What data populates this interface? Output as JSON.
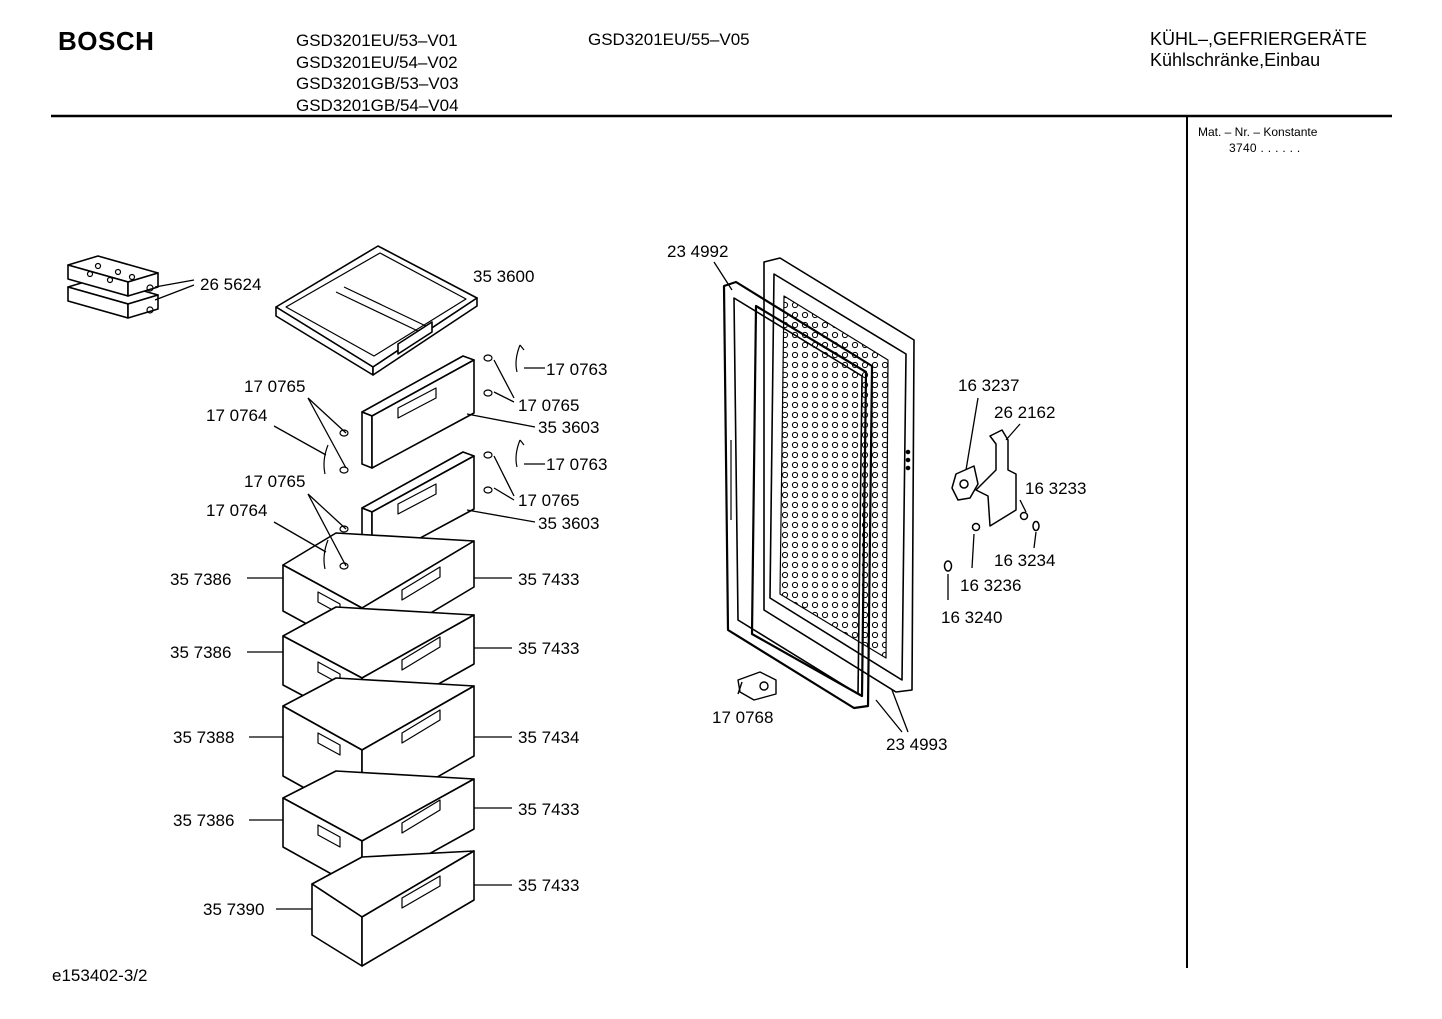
{
  "header": {
    "brand": "BOSCH",
    "models_left": [
      "GSD3201EU/53–V01",
      "GSD3201EU/54–V02",
      "GSD3201GB/53–V03",
      "GSD3201GB/54–V04"
    ],
    "model_right": "GSD3201EU/55–V05",
    "category_line1": "KÜHL–,GEFRIERGERÄTE",
    "category_line2": "Kühlschränke,Einbau"
  },
  "side_panel": {
    "mat_title": "Mat. – Nr. – Konstante",
    "mat_value": "3740  .  .  .  .  .  ."
  },
  "footer": {
    "drawing_id": "e153402-3/2"
  },
  "part_labels": {
    "p265624": "26 5624",
    "p353600": "35 3600",
    "p170763a": "17 0763",
    "p170765a": "17 0765",
    "p170765b": "17 0765",
    "p170764a": "17 0764",
    "p353603a": "35 3603",
    "p170763b": "17 0763",
    "p170765c": "17 0765",
    "p170765d": "17 0765",
    "p170764b": "17 0764",
    "p353603b": "35 3603",
    "p357386a": "35 7386",
    "p357433a": "35 7433",
    "p357386b": "35 7386",
    "p357433b": "35 7433",
    "p357388": "35 7388",
    "p357434": "35 7434",
    "p357386c": "35 7386",
    "p357433c": "35 7433",
    "p357390": "35 7390",
    "p357433d": "35 7433",
    "p234992": "23 4992",
    "p234993": "23 4993",
    "p170768": "17 0768",
    "p163237": "16 3237",
    "p262162": "26 2162",
    "p163233": "16 3233",
    "p163234": "16 3234",
    "p163236": "16 3236",
    "p163240": "16 3240"
  }
}
